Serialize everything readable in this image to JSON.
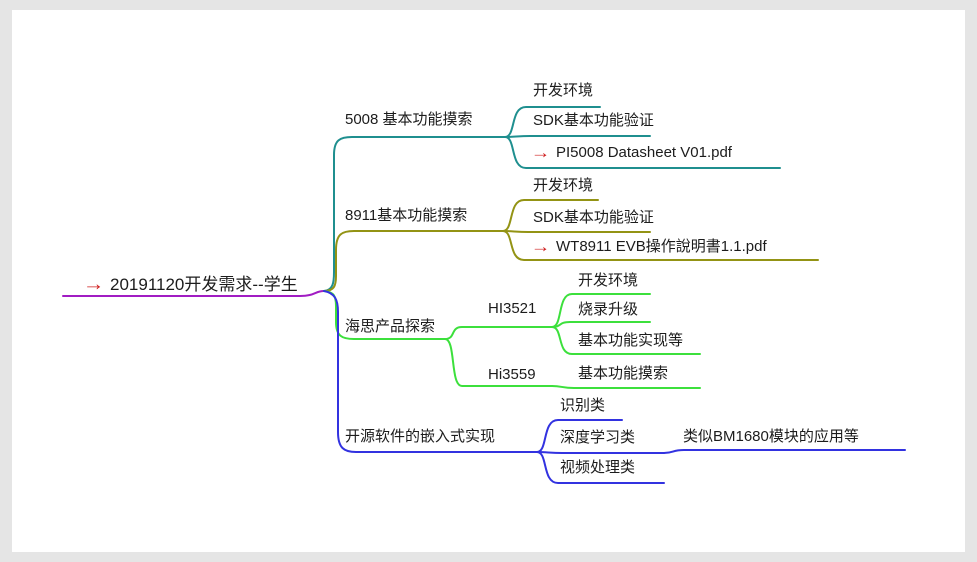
{
  "app": {
    "type": "mindmap",
    "canvas_background": "#e5e5e5",
    "sheet_background": "#ffffff",
    "text_color": "#1c1c1c",
    "link_arrow_color": "#cf1d1d",
    "root_line_color": "#a11cc3"
  },
  "root": {
    "label": "20191120开发需求--学生",
    "icon": "red-arrow"
  },
  "branches": [
    {
      "label": "5008 基本功能摸索",
      "color": "#1f8f8f",
      "children": [
        {
          "label": "开发环境"
        },
        {
          "label": "SDK基本功能验证"
        },
        {
          "label": "PI5008 Datasheet V01.pdf",
          "icon": "red-arrow"
        }
      ]
    },
    {
      "label": "8911基本功能摸索",
      "color": "#939314",
      "children": [
        {
          "label": "开发环境"
        },
        {
          "label": "SDK基本功能验证"
        },
        {
          "label": "WT8911 EVB操作說明書1.1.pdf",
          "icon": "red-arrow"
        }
      ]
    },
    {
      "label": "海思产品探索",
      "color": "#3ce03c",
      "children": [
        {
          "label": "HI3521",
          "children": [
            {
              "label": "开发环境"
            },
            {
              "label": "烧录升级"
            },
            {
              "label": "基本功能实现等"
            }
          ]
        },
        {
          "label": "Hi3559",
          "children": [
            {
              "label": "基本功能摸索"
            }
          ]
        }
      ]
    },
    {
      "label": "开源软件的嵌入式实现",
      "color": "#3232e0",
      "children": [
        {
          "label": "识别类"
        },
        {
          "label": "深度学习类",
          "children": [
            {
              "label": "类似BM1680模块的应用等"
            }
          ]
        },
        {
          "label": "视频处理类"
        }
      ]
    }
  ]
}
